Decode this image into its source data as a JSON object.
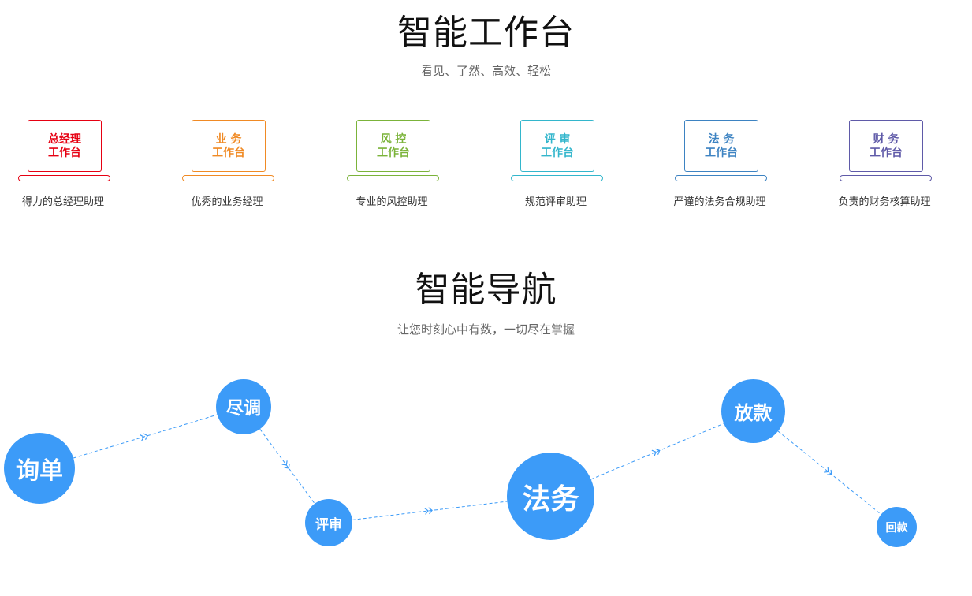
{
  "section1": {
    "title": "智能工作台",
    "subtitle": "看见、了然、高效、轻松"
  },
  "workstations": [
    {
      "line1": "总经理",
      "line2": "工作台",
      "caption": "得力的总经理助理",
      "color": "#e60012"
    },
    {
      "line1": "业 务",
      "line2": "工作台",
      "caption": "优秀的业务经理",
      "color": "#f08a24"
    },
    {
      "line1": "风 控",
      "line2": "工作台",
      "caption": "专业的风控助理",
      "color": "#7bb33a"
    },
    {
      "line1": "评 审",
      "line2": "工作台",
      "caption": "规范评审助理",
      "color": "#33b6cc"
    },
    {
      "line1": "法 务",
      "line2": "工作台",
      "caption": "严谨的法务合规助理",
      "color": "#3d83c2"
    },
    {
      "line1": "财 务",
      "line2": "工作台",
      "caption": "负责的财务核算助理",
      "color": "#5f5aa8"
    }
  ],
  "section2": {
    "title": "智能导航",
    "subtitle": "让您时刻心中有数，一切尽在掌握"
  },
  "flow": {
    "color": "#3c9bf8",
    "steps": [
      {
        "label": "询单"
      },
      {
        "label": "尽调"
      },
      {
        "label": "评审"
      },
      {
        "label": "法务"
      },
      {
        "label": "放款"
      },
      {
        "label": "回款"
      }
    ]
  }
}
